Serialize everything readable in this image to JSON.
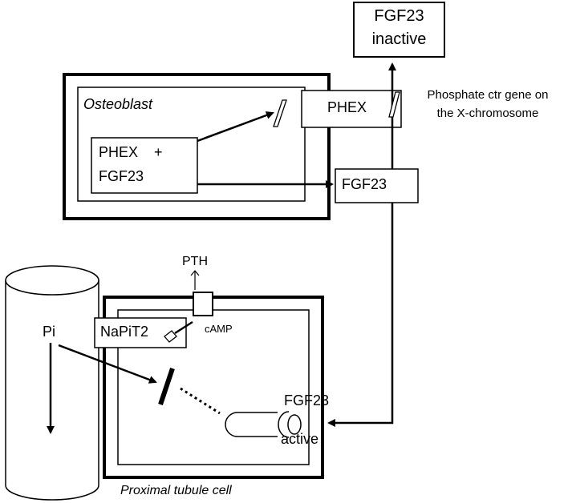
{
  "fgf23_inactive": {
    "line1": "FGF23",
    "line2": "inactive"
  },
  "osteoblast": {
    "title": "Osteoblast",
    "complex_line1": "PHEX    +",
    "complex_line2": "FGF23"
  },
  "phex_box": "PHEX",
  "fgf23_box": "FGF23",
  "phosphate_note": {
    "line1": "Phosphate ctr gene on",
    "line2": "the X-chromosome"
  },
  "tubule": {
    "pth": "PTH",
    "napit2": "NaPiT2",
    "camp": "cAMP",
    "pi": "Pi",
    "fgf23_label": "FGF23",
    "active_label": "active",
    "cell_label": "Proximal tubule cell"
  }
}
